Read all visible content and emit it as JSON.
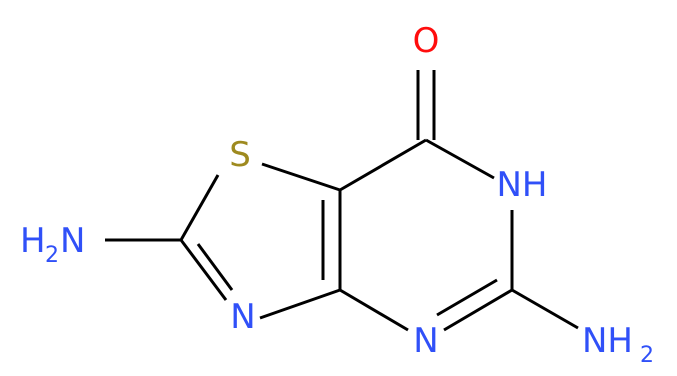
{
  "molecule": {
    "atoms": {
      "oxygen": {
        "symbol": "O",
        "color": "#ff0d0d"
      },
      "sulfur": {
        "symbol": "S",
        "color": "#9e8a1f"
      },
      "nh_ring": {
        "symbol": "NH",
        "color": "#3050f8"
      },
      "n_thiazole": {
        "symbol": "N",
        "color": "#3050f8"
      },
      "n_pyrimidine": {
        "symbol": "N",
        "color": "#3050f8"
      },
      "amine_left": {
        "main": "H",
        "sub": "2",
        "tail": "N",
        "color": "#3050f8"
      },
      "amine_right": {
        "main": "NH",
        "sub": "2",
        "color": "#3050f8"
      }
    },
    "bond_color": "#000000"
  }
}
